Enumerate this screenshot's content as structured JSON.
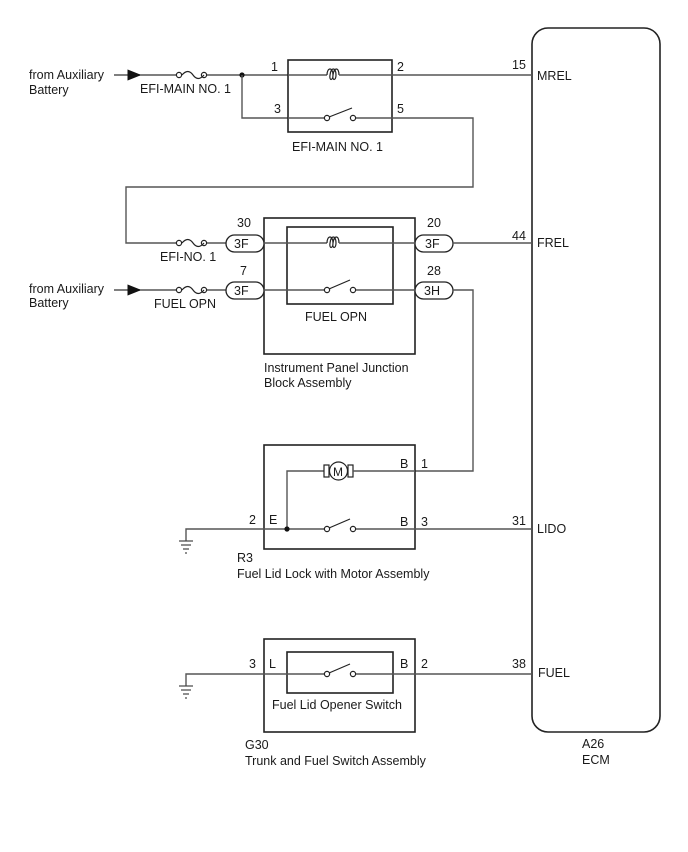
{
  "diagram": {
    "sources": [
      {
        "label_line1": "from Auxiliary",
        "label_line2": "Battery"
      },
      {
        "label_line1": "from Auxiliary",
        "label_line2": "Battery"
      }
    ],
    "fuses": {
      "efi_main": "EFI-MAIN NO. 1",
      "efi_no1": "EFI-NO. 1",
      "fuel_opn": "FUEL OPN"
    },
    "relays": {
      "efi_main": {
        "label": "EFI-MAIN NO. 1",
        "pins": {
          "coil_in": "1",
          "coil_out": "2",
          "sw_in": "3",
          "sw_out": "5"
        }
      },
      "fuel_opn": {
        "label": "FUEL OPN"
      }
    },
    "junction_block": {
      "label_line1": "Instrument Panel Junction",
      "label_line2": "Block Assembly",
      "connectors": [
        {
          "pin": "30",
          "code": "3F"
        },
        {
          "pin": "7",
          "code": "3F"
        },
        {
          "pin": "20",
          "code": "3F"
        },
        {
          "pin": "28",
          "code": "3H"
        }
      ]
    },
    "fuel_lid_lock": {
      "code": "R3",
      "name": "Fuel Lid Lock with Motor Assembly",
      "motor_symbol": "M",
      "pins": {
        "p1": "1",
        "p2": "2",
        "p3": "3"
      },
      "terminals": {
        "E": "E",
        "B1": "B",
        "B3": "B"
      }
    },
    "opener_switch": {
      "code": "G30",
      "name": "Trunk and Fuel Switch Assembly",
      "inner_label": "Fuel Lid Opener Switch",
      "pins": {
        "p3": "3",
        "p2": "2"
      },
      "terminals": {
        "L": "L",
        "B": "B"
      }
    },
    "ecm": {
      "code": "A26",
      "name": "ECM",
      "pins": [
        {
          "pin": "15",
          "signal": "MREL"
        },
        {
          "pin": "44",
          "signal": "FREL"
        },
        {
          "pin": "31",
          "signal": "LIDO"
        },
        {
          "pin": "38",
          "signal": "FUEL"
        }
      ]
    }
  }
}
